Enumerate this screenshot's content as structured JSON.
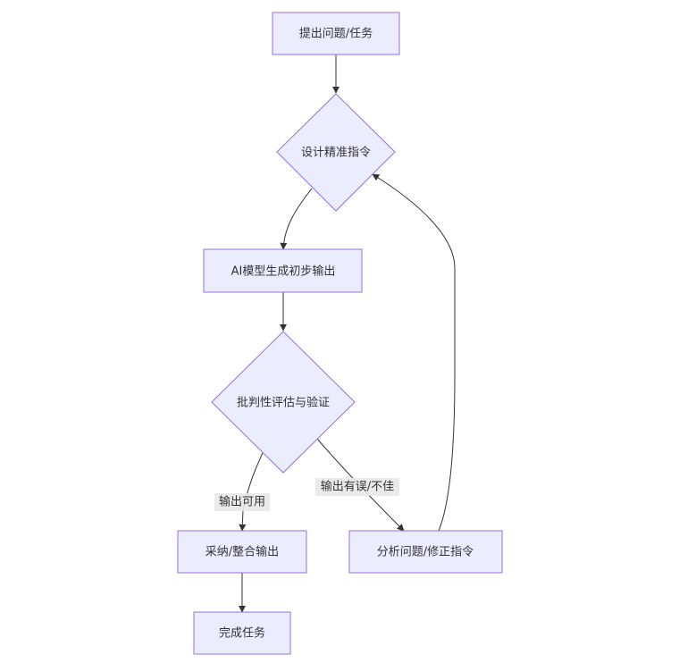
{
  "diagram": {
    "nodes": {
      "start": "提出问题/任务",
      "design": "设计精准指令",
      "generate": "AI模型生成初步输出",
      "evaluate": "批判性评估与验证",
      "adopt": "采纳/整合输出",
      "analyze": "分析问题/修正指令",
      "done": "完成任务"
    },
    "edges": {
      "usable": "输出可用",
      "faulty": "输出有误/不佳"
    }
  }
}
